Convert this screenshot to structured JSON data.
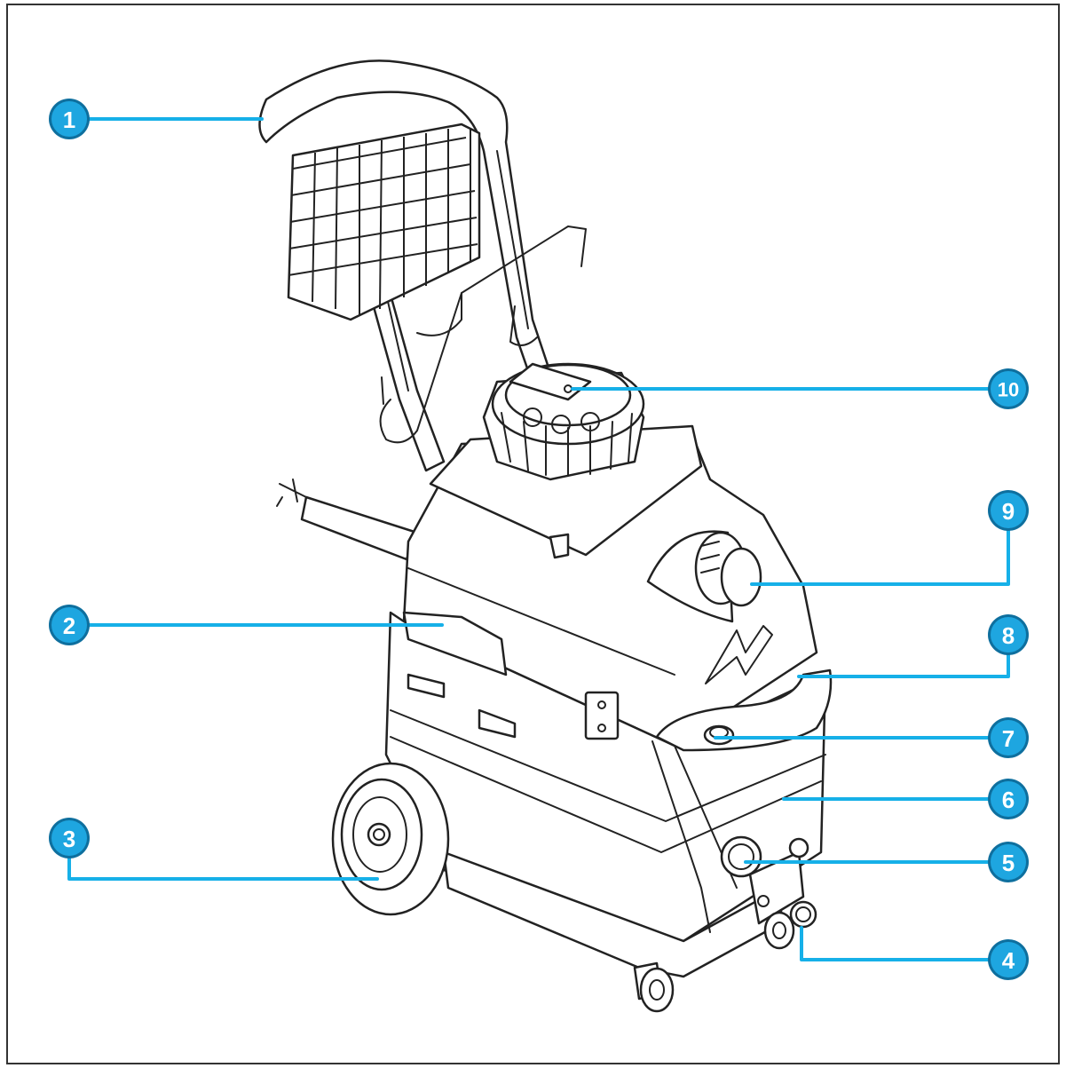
{
  "colors": {
    "callout_fill": "#1ea6e0",
    "callout_stroke": "#0e6f9e",
    "leader": "#16b0e8",
    "line_art": "#222222"
  },
  "callouts": [
    {
      "number": "1"
    },
    {
      "number": "2"
    },
    {
      "number": "3"
    },
    {
      "number": "4"
    },
    {
      "number": "5"
    },
    {
      "number": "6"
    },
    {
      "number": "7"
    },
    {
      "number": "8"
    },
    {
      "number": "9"
    },
    {
      "number": "10"
    }
  ]
}
